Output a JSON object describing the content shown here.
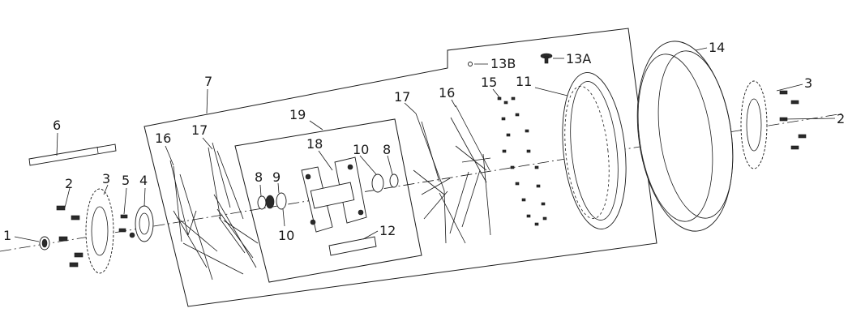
{
  "diagram": {
    "type": "exploded parts view",
    "callouts": [
      {
        "id": "1",
        "text": "1"
      },
      {
        "id": "2",
        "text": "2"
      },
      {
        "id": "3",
        "text": "3"
      },
      {
        "id": "4",
        "text": "4"
      },
      {
        "id": "5",
        "text": "5"
      },
      {
        "id": "6",
        "text": "6"
      },
      {
        "id": "7",
        "text": "7"
      },
      {
        "id": "8",
        "text": "8"
      },
      {
        "id": "9",
        "text": "9"
      },
      {
        "id": "10",
        "text": "10"
      },
      {
        "id": "11",
        "text": "11"
      },
      {
        "id": "12",
        "text": "12"
      },
      {
        "id": "13A",
        "text": "13A"
      },
      {
        "id": "13B",
        "text": "13B"
      },
      {
        "id": "14",
        "text": "14"
      },
      {
        "id": "15",
        "text": "15"
      },
      {
        "id": "16",
        "text": "16"
      },
      {
        "id": "17",
        "text": "17"
      },
      {
        "id": "18",
        "text": "18"
      },
      {
        "id": "19",
        "text": "19"
      }
    ]
  }
}
